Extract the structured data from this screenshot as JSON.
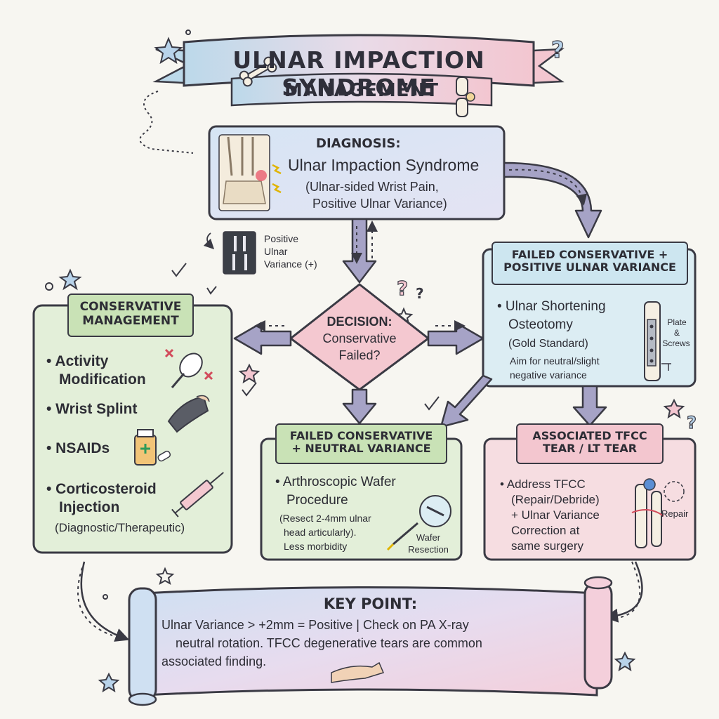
{
  "header": {
    "title": "ULNAR IMPACTION SYNDROME",
    "subtitle": "MANAGEMENT"
  },
  "diagnosis": {
    "heading": "DIAGNOSIS:",
    "name": "Ulnar Impaction Syndrome",
    "detail_line1": "(Ulnar-sided Wrist Pain,",
    "detail_line2": "Positive Ulnar Variance)"
  },
  "xray_note": {
    "line1": "Positive",
    "line2": "Ulnar",
    "line3": "Variance (+)"
  },
  "decision": {
    "line1": "DECISION:",
    "line2": "Conservative",
    "line3": "Failed?"
  },
  "conservative": {
    "title_line1": "CONSERVATIVE",
    "title_line2": "MANAGEMENT",
    "item1_line1": "• Activity",
    "item1_line2": "Modification",
    "item2": "• Wrist Splint",
    "item3": "• NSAIDs",
    "item4_line1": "• Corticosteroid",
    "item4_line2": "Injection",
    "item4_line3": "(Diagnostic/Therapeutic)"
  },
  "failed_positive": {
    "title_line1": "FAILED CONSERVATIVE +",
    "title_line2": "POSITIVE ULNAR VARIANCE",
    "item_line1": "• Ulnar Shortening",
    "item_line2": "Osteotomy",
    "item_line3": "(Gold Standard)",
    "aim_line1": "Aim for neutral/slight",
    "aim_line2": "negative variance",
    "plate_line1": "Plate",
    "plate_line2": "&",
    "plate_line3": "Screws"
  },
  "failed_neutral": {
    "title_line1": "FAILED CONSERVATIVE",
    "title_line2": "+ NEUTRAL VARIANCE",
    "item_line1": "• Arthroscopic Wafer",
    "item_line2": "Procedure",
    "detail_line1": "(Resect 2-4mm ulnar",
    "detail_line2": "head articularly).",
    "detail_line3": "Less morbidity",
    "icon_label_line1": "Wafer",
    "icon_label_line2": "Resection"
  },
  "tfcc": {
    "title_line1": "ASSOCIATED TFCC",
    "title_line2": "TEAR / LT TEAR",
    "item_line1": "• Address TFCC",
    "item_line2": "(Repair/Debride)",
    "item_line3": "+ Ulnar Variance",
    "item_line4": "Correction at",
    "item_line5": "same surgery",
    "repair_label": "Repair"
  },
  "key_point": {
    "heading": "KEY POINT:",
    "line1": "Ulnar Variance > +2mm = Positive | Check on PA X-ray",
    "line2": "neutral rotation. TFCC degenerative tears are common",
    "line3": "associated finding."
  },
  "colors": {
    "blue_box": "#dce8f3",
    "green_box": "#e3efd9",
    "pink_box": "#f6dde1",
    "light_blue_box": "#dcedf3",
    "diamond": "#f4c8d0",
    "arrow": "#a6a3c6",
    "outline": "#3a3a44"
  }
}
